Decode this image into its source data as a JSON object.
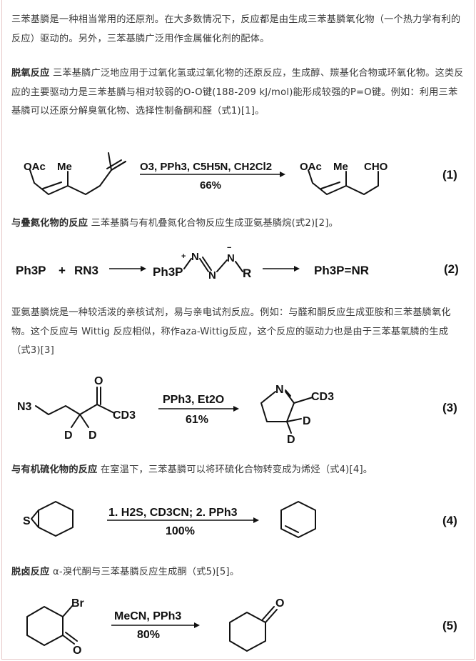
{
  "intro": "三苯基膦是一种相当常用的还原剂。在大多数情况下，反应都是由生成三苯基膦氧化物（一个热力学有利的反应）驱动的。另外，三苯基膦广泛用作金属催化剂的配体。",
  "sections": {
    "deoxy": {
      "heading": "脱氧反应",
      "text": "三苯基膦广泛地应用于过氧化氢或过氧化物的还原反应，生成醇、羰基化合物或环氧化物。这类反应的主要驱动力是三苯基膦与相对较弱的O-O键(188-209 kJ/mol)能形成较强的P=O键。例如：利用三苯基膦可以还原分解臭氧化物、选择性制备酮和醛（式1)[1]。"
    },
    "azide": {
      "heading": "与叠氮化物的反应",
      "text": "三苯基膦与有机叠氮化合物反应生成亚氨基膦烷(式2)[2]。"
    },
    "imino": {
      "text": "亚氨基膦烷是一种较活泼的亲核试剂，易与亲电试剂反应。例如：与醛和酮反应生成亚胺和三苯基膦氧化物。这个反应与 Wittig 反应相似，称作aza-Wittig反应，这个反应的驱动力也是由于三苯基氧膦的生成（式3)[3]"
    },
    "sulfur": {
      "heading": "与有机硫化物的反应",
      "text": "在室温下，三苯基膦可以将环硫化合物转变成为烯烃（式4)[4]。"
    },
    "dehalo": {
      "heading": "脱卤反应",
      "text": "α-溴代酮与三苯基膦反应生成酮（式5)[5]。"
    }
  },
  "equations": {
    "eq1": {
      "number": "(1)",
      "sm_oac": "OAc",
      "sm_me": "Me",
      "conditions": "O3, PPh3, C5H5N, CH2Cl2",
      "yield": "66%",
      "pr_oac": "OAc",
      "pr_me": "Me",
      "pr_cho": "CHO"
    },
    "eq2": {
      "number": "(2)",
      "reagent1": "Ph3P",
      "plus": "+",
      "reagent2": "RN3",
      "intermediate_p": "Ph3P",
      "intermediate_r": "R",
      "product": "Ph3P=NR"
    },
    "eq3": {
      "number": "(3)",
      "sm_n3": "N3",
      "sm_o": "O",
      "sm_cd3": "CD3",
      "sm_d1": "D",
      "sm_d2": "D",
      "conditions": "PPh3, Et2O",
      "yield": "61%",
      "pr_n": "N",
      "pr_cd3": "CD3",
      "pr_d": "D"
    },
    "eq4": {
      "number": "(4)",
      "sm_s": "S",
      "conditions": "1. H2S, CD3CN; 2. PPh3",
      "yield": "100%"
    },
    "eq5": {
      "number": "(5)",
      "sm_br": "Br",
      "sm_o": "O",
      "conditions": "MeCN, PPh3",
      "yield": "80%",
      "pr_o": "O"
    }
  }
}
